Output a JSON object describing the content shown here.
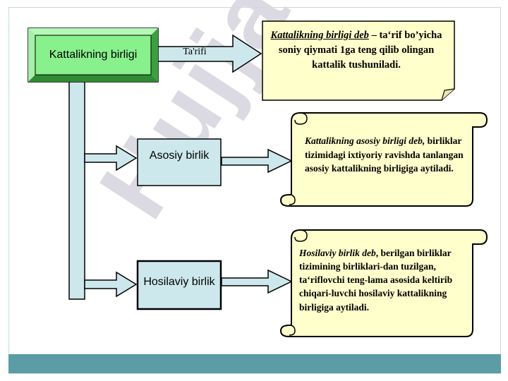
{
  "watermark": "Hujjat.uz",
  "main_box": {
    "label": "Kattalikning birligi"
  },
  "arrow_definition": {
    "label": "Ta'rifi"
  },
  "definition_note": {
    "term": "Kattalikning birligi deb",
    "rest": " – ta‘rif bo’yicha soniy qiymati 1ga teng qilib olingan kattalik tushuniladi."
  },
  "base_unit_box": {
    "label": "Asosiy birlik"
  },
  "base_unit_scroll": {
    "term": "Kattalikning asosiy birligi deb,",
    "rest": " birliklar tizimidagi ixtiyoriy ravishda tanlangan asosiy kattalikning birligiga aytiladi."
  },
  "derived_unit_box": {
    "label": "Hosilaviy birlik"
  },
  "derived_unit_scroll": {
    "term": "Hosilaviy birlik deb",
    "rest": ", berilgan birliklar tizimining birliklari-dan tuzilgan, ta‘riflovchi teng-lama asosida keltirib chiqari-luvchi hosilaviy kattalikning birligiga aytiladi."
  },
  "colors": {
    "main_box_fill": "#88f08c",
    "unit_box_fill": "#cde8ec",
    "connector_fill": "#cde8ec",
    "note_fill": "#ffffcc",
    "bottom_bar": "#5b9ca6"
  }
}
